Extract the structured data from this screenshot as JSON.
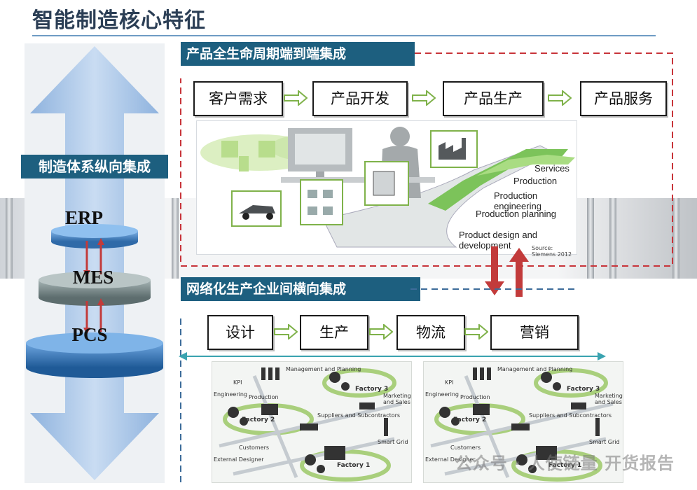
{
  "title": "智能制造核心特征",
  "vertical": {
    "label": "制造体系纵向集成",
    "layers": [
      "ERP",
      "MES",
      "PCS"
    ]
  },
  "lifecycle": {
    "label": "产品全生命周期端到端集成",
    "steps": [
      "客户需求",
      "产品开发",
      "产品生产",
      "产品服务"
    ],
    "phases": [
      "Services",
      "Production",
      "Production engineering",
      "Production planning",
      "Product design and development"
    ],
    "source": "Source: Siemens 2012"
  },
  "horizontal": {
    "label": "网络化生产企业间横向集成",
    "steps": [
      "设计",
      "生产",
      "物流",
      "营销"
    ]
  },
  "network_labels": {
    "management": "Management and Planning",
    "engineering": "Engineering",
    "production": "Production",
    "factory3": "Factory 3",
    "factory2": "Factory 2",
    "factory1": "Factory 1",
    "marketing": "Marketing and Sales",
    "suppliers": "Suppliers and Subcontractors",
    "smartgrid": "Smart Grid",
    "customers": "Customers",
    "designer": "External Designer",
    "kpi": "KPI"
  },
  "watermark": "公众号 · 人使链量  开货报告",
  "colors": {
    "band": "#1d5f7f",
    "arrow_up": "#c23b3b",
    "dashed_red": "#c8343a",
    "dashed_blue": "#3d6c9a",
    "pillar": "#a9c6e8"
  }
}
